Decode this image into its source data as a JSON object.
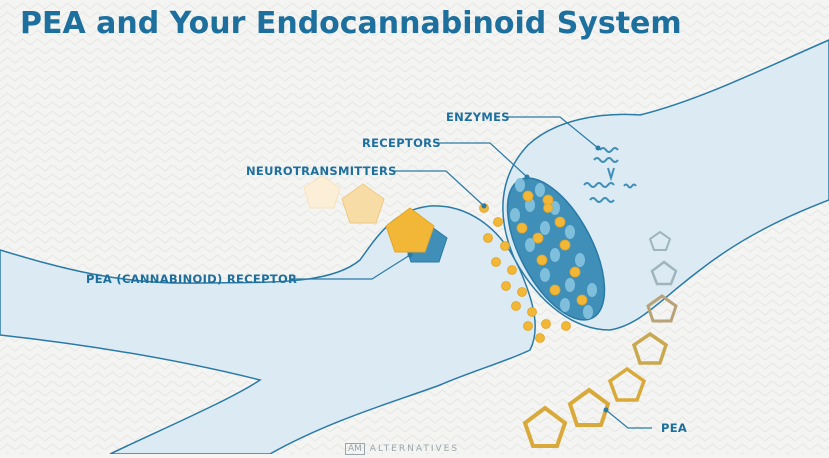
{
  "title": "PEA and Your Endocannabinoid System",
  "labels": {
    "enzymes": "ENZYMES",
    "receptors": "RECEPTORS",
    "neurotransmitters": "NEUROTRANSMITTERS",
    "pea_receptor": "PEA (CANNABINOID) RECEPTOR",
    "pea": "PEA"
  },
  "colors": {
    "title": "#1d6f9e",
    "neuron_fill": "#dcebf3",
    "neuron_stroke": "#2a7aa6",
    "neurotransmitter": "#f2b737",
    "receptor_dark": "#3f8fb9",
    "receptor_light": "#7fbfdc",
    "pea_outline": "#d9a93a"
  },
  "footer": {
    "logo_text": "AM",
    "text": "ALTERNATIVES"
  }
}
